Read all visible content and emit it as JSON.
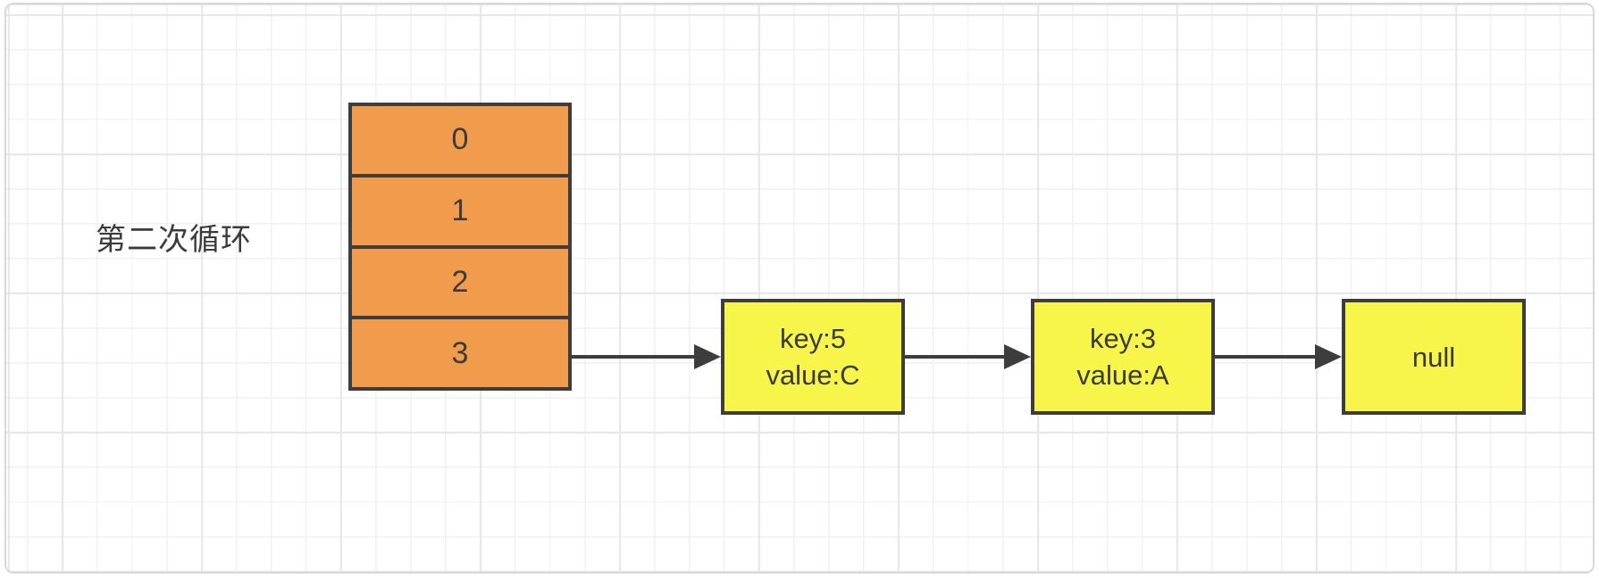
{
  "colors": {
    "array_fill": "#f19b4c",
    "node_fill": "#f7f54a",
    "stroke": "#3d3d3d",
    "text": "#3b3b3b",
    "canvas_border": "#d8d8d8",
    "grid_minor": "#f1f1f1",
    "grid_major": "#e7e7e7"
  },
  "diagram": {
    "label": "第二次循环",
    "array": {
      "cells": [
        "0",
        "1",
        "2",
        "3"
      ]
    },
    "nodes": [
      {
        "line1": "key:5",
        "line2": "value:C"
      },
      {
        "line1": "key:3",
        "line2": "value:A"
      },
      {
        "line1": "null"
      }
    ]
  }
}
